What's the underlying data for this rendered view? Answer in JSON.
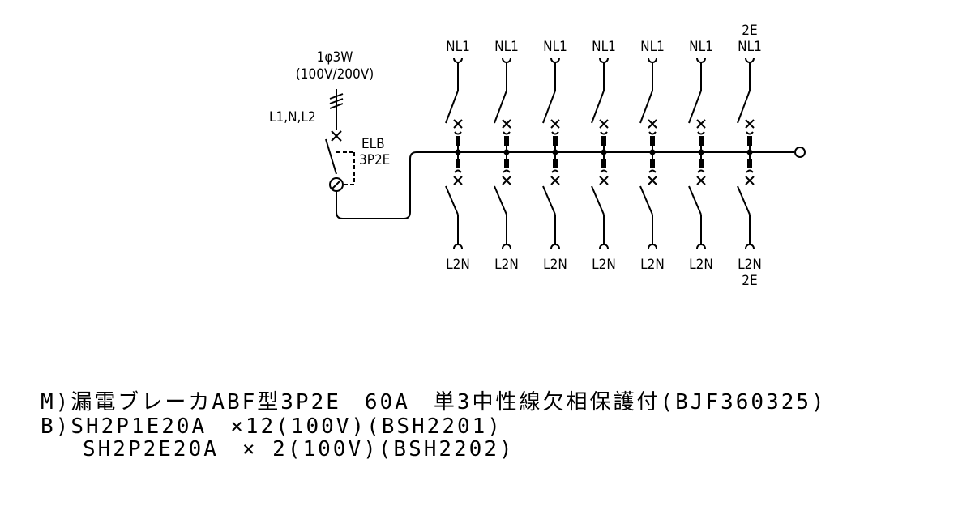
{
  "supply": {
    "system": "1φ3W",
    "voltage": "(100V/200V)",
    "lines": "L1,N,L2"
  },
  "main_breaker": {
    "type": "ELB",
    "poles": "3P2E"
  },
  "branches_top": [
    "NL1",
    "NL1",
    "NL1",
    "NL1",
    "NL1",
    "NL1",
    "NL1"
  ],
  "branches_bottom": [
    "L2N",
    "L2N",
    "L2N",
    "L2N",
    "L2N",
    "L2N",
    "L2N"
  ],
  "branch_2e_marker": "2E",
  "spec_lines": [
    {
      "prefix": "M)",
      "text": "漏電ブレーカABF型3P2E　60A　単3中性線欠相保護付(BJF360325)"
    },
    {
      "prefix": "B)",
      "text": "SH2P1E20A　×12(100V)(BSH2201)"
    },
    {
      "prefix": "",
      "text": "SH2P2E20A　× 2(100V)(BSH2202)"
    }
  ]
}
